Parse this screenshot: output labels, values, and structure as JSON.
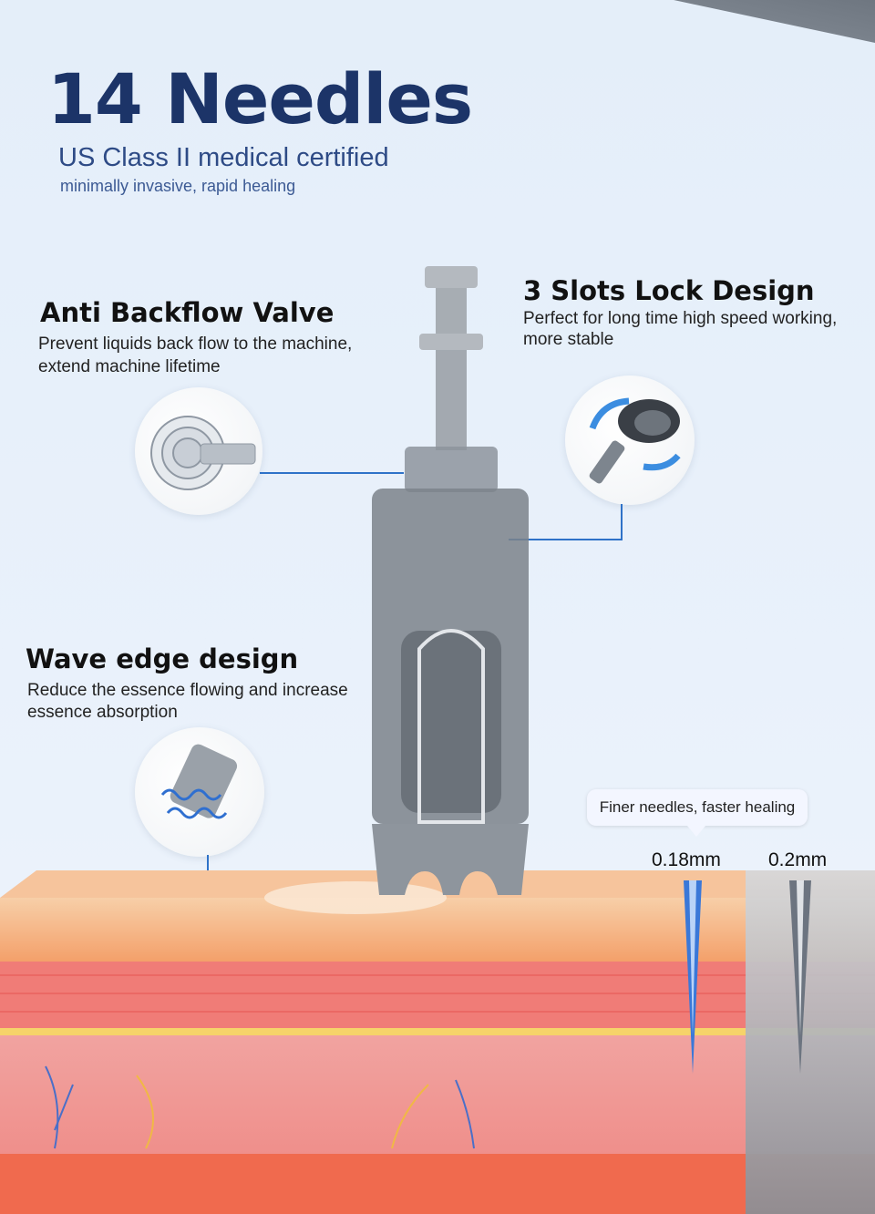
{
  "header": {
    "title": "14 Needles",
    "subtitle": "US Class II medical certified",
    "tagline": "minimally invasive, rapid healing"
  },
  "callouts": {
    "anti_backflow": {
      "title": "Anti Backflow Valve",
      "line1": "Prevent liquids back flow to the machine,",
      "line2": "extend machine lifetime"
    },
    "slots_lock": {
      "title": "3 Slots Lock Design",
      "line1": "Perfect for long time high speed working,",
      "line2": "more stable"
    },
    "wave_edge": {
      "title": "Wave edge design",
      "line1": "Reduce the essence flowing and increase",
      "line2": "essence absorption"
    }
  },
  "comparison": {
    "tooltip": "Finer needles, faster healing",
    "fine_needle": "0.18mm",
    "standard_needle": "0.2mm"
  },
  "colors": {
    "title": "#1c3468",
    "leader_line": "#2f72c8",
    "fine_needle": "#3a78d8",
    "standard_needle": "#6c7480"
  }
}
